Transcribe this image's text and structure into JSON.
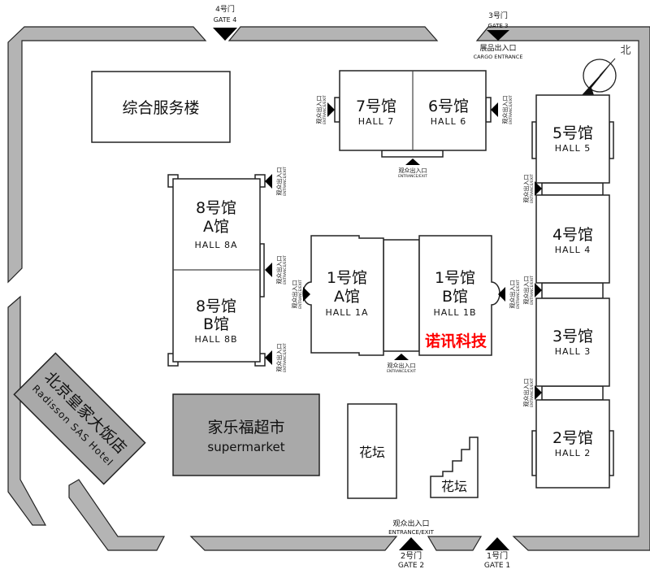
{
  "gates": {
    "gate4": {
      "cn": "4号门",
      "en": "GATE 4"
    },
    "gate3": {
      "cn": "3号门",
      "en": "GATE 3"
    },
    "gate2": {
      "cn": "2号门",
      "en": "GATE 2"
    },
    "gate1": {
      "cn": "1号门",
      "en": "GATE 1"
    }
  },
  "cargo": {
    "cn": "展品出入口",
    "en": "CARGO ENTRANCE"
  },
  "north": "北",
  "entrance": {
    "cn": "观众出入口",
    "en": "ENTRANCE/EXIT"
  },
  "buildings": {
    "service": "综合服务楼",
    "hall7": {
      "cn": "7号馆",
      "en": "HALL 7"
    },
    "hall6": {
      "cn": "6号馆",
      "en": "HALL 6"
    },
    "hall5": {
      "cn": "5号馆",
      "en": "HALL 5"
    },
    "hall4": {
      "cn": "4号馆",
      "en": "HALL 4"
    },
    "hall3": {
      "cn": "3号馆",
      "en": "HALL 3"
    },
    "hall2": {
      "cn": "2号馆",
      "en": "HALL 2"
    },
    "hall8a": {
      "cn1": "8号馆",
      "cn2": "A馆",
      "en": "HALL 8A"
    },
    "hall8b": {
      "cn1": "8号馆",
      "cn2": "B馆",
      "en": "HALL 8B"
    },
    "hall1a": {
      "cn1": "1号馆",
      "cn2": "A馆",
      "en": "HALL 1A"
    },
    "hall1b": {
      "cn1": "1号馆",
      "cn2": "B馆",
      "en": "HALL 1B"
    },
    "supermarket": {
      "cn": "家乐福超市",
      "en": "supermarket"
    },
    "hotel": {
      "cn": "北京皇家大饭店",
      "en": "Radisson SAS Hotel"
    },
    "flowerbed1": "花坛",
    "flowerbed2": "花坛"
  },
  "highlight": {
    "label": "诺讯科技",
    "color": "#ff0000"
  }
}
